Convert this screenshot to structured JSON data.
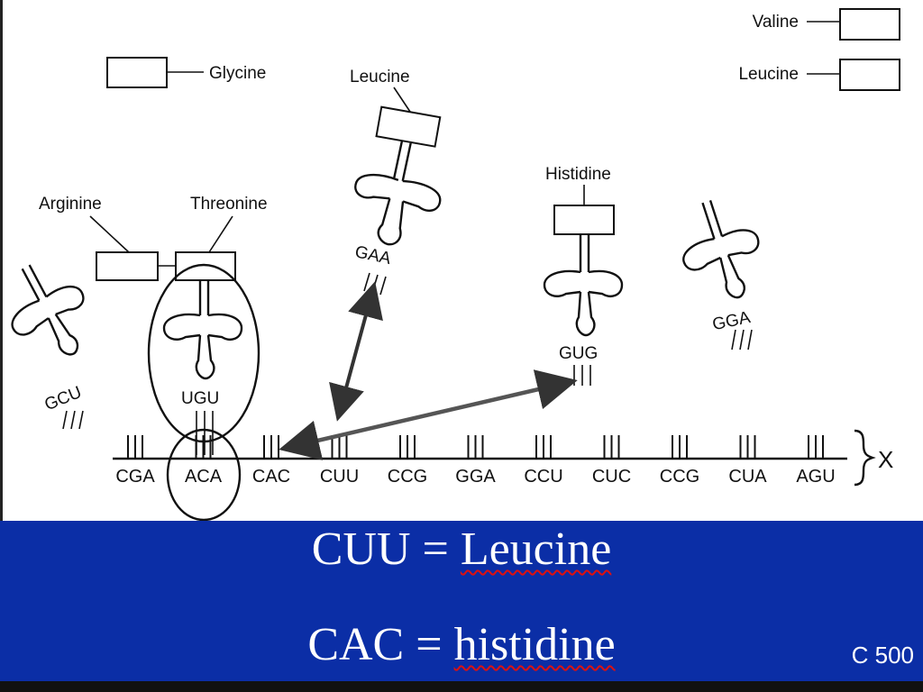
{
  "diagram": {
    "amino_acids": {
      "valine": "Valine",
      "leucine_legend": "Leucine",
      "glycine": "Glycine",
      "leucine_trna": "Leucine",
      "histidine": "Histidine",
      "arginine": "Arginine",
      "threonine": "Threonine"
    },
    "anticodons": {
      "gaa": "GAA",
      "gug": "GUG",
      "gga": "GGA",
      "ugu": "UGU",
      "gcu": "GCU"
    },
    "mrna_codons": [
      "CGA",
      "ACA",
      "CAC",
      "CUU",
      "CCG",
      "GGA",
      "CCU",
      "CUC",
      "CCG",
      "CUA",
      "AGU"
    ],
    "mrna_label": "X"
  },
  "banner": {
    "line1_prefix": "CUU = ",
    "line1_term": "Leucine",
    "line2_prefix": "CAC = ",
    "line2_term": "histidine",
    "slide_code": "C 500",
    "background_color": "#0b2ea6"
  }
}
